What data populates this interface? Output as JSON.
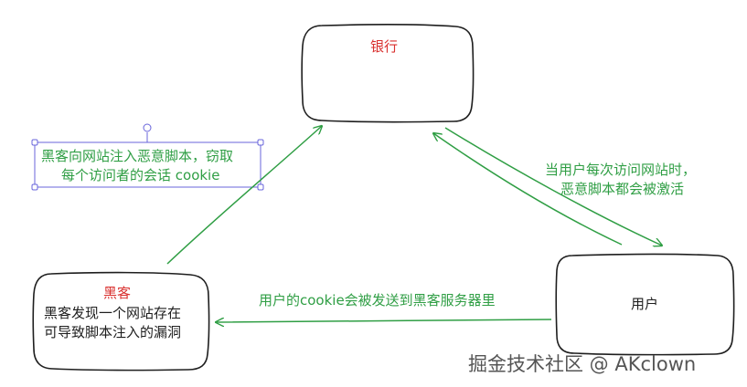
{
  "nodes": {
    "bank": {
      "label": "银行"
    },
    "hacker": {
      "title": "黑客",
      "desc_line1": "黑客发现一个网站存在",
      "desc_line2": "可导致脚本注入的漏洞"
    },
    "user": {
      "label": "用户"
    }
  },
  "annotations": {
    "inject_line1": "黑客向网站注入恶意脚本，窃取",
    "inject_line2": "每个访问者的会话 cookie",
    "activate_line1": "当用户每次访问网站时，",
    "activate_line2": "恶意脚本都会被激活",
    "send_cookie": "用户的cookie会被发送到黑客服务器里"
  },
  "watermark": "掘金技术社区 @ AKclown",
  "colors": {
    "stroke": "#1e1e1e",
    "arrow_green": "#2f9e44",
    "title_red": "#d9302e",
    "selection": "#6965db"
  }
}
